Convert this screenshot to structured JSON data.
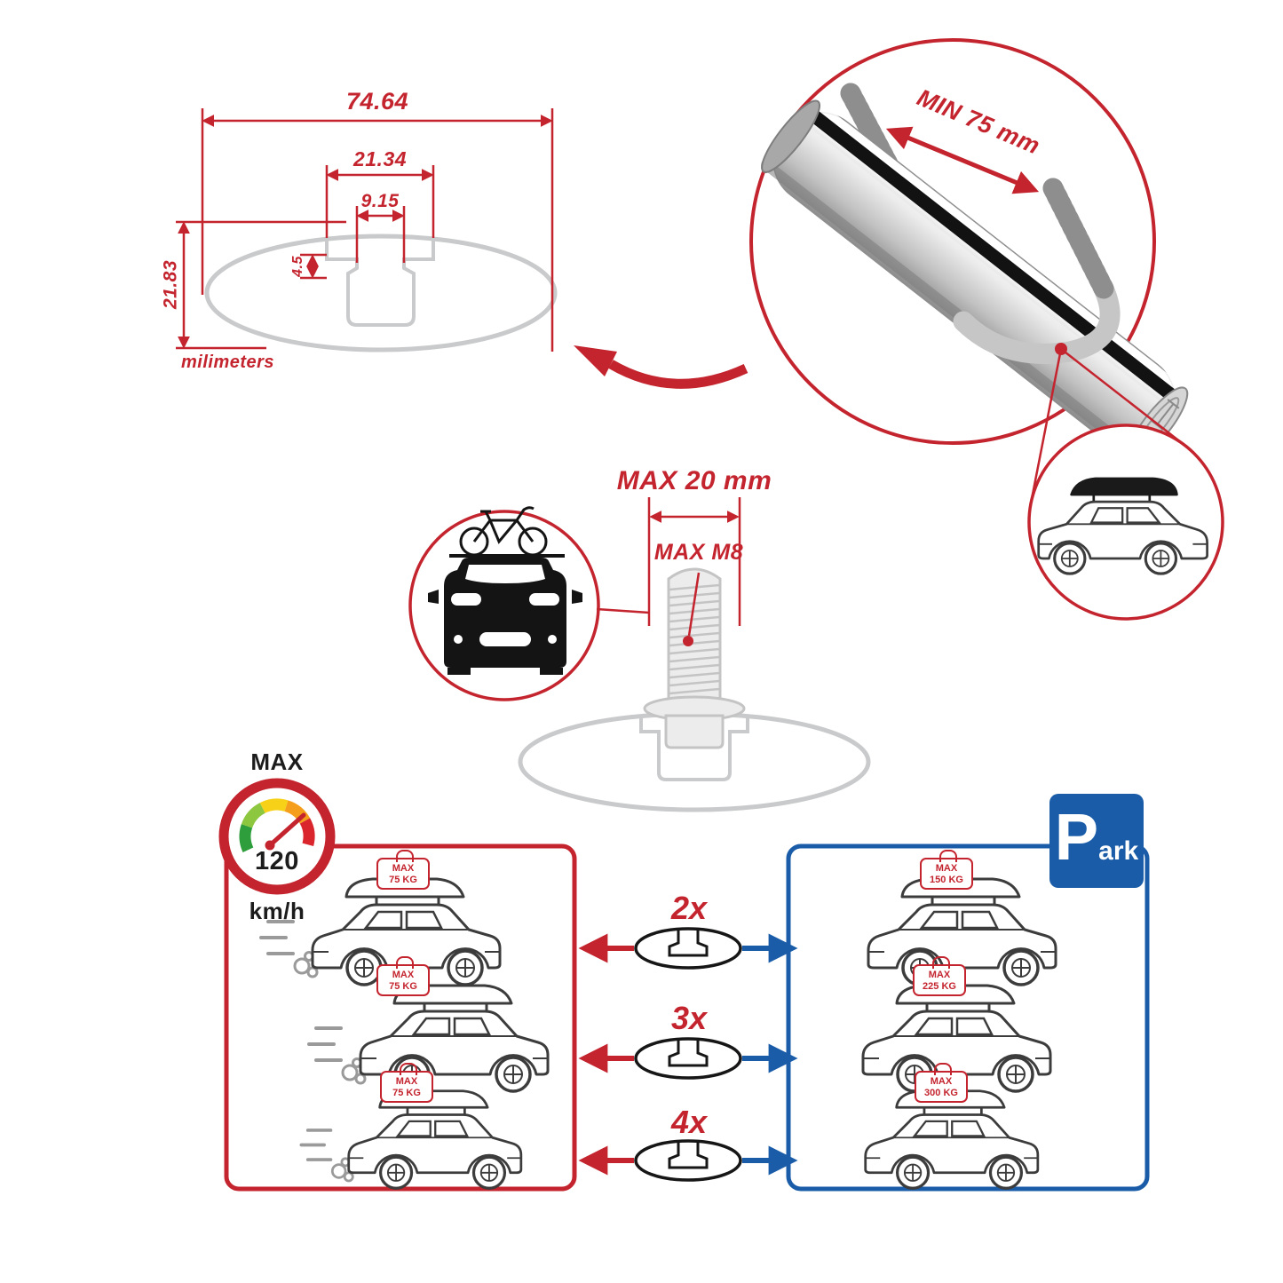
{
  "colors": {
    "accent_red": "#C4242E",
    "accent_blue": "#1A5CA8",
    "drawing_gray": "#C9CACB"
  },
  "profile_dimensions": {
    "total_width": "74.64",
    "slot_outer_width": "21.34",
    "slot_inner_width": "9.15",
    "lip_depth": "4.5",
    "total_height": "21.83",
    "units_label": "milimeters"
  },
  "clamp_detail": {
    "min_span_label": "MIN 75 mm"
  },
  "bolt_detail": {
    "max_length_label": "MAX 20 mm",
    "max_thread_label": "MAX M8"
  },
  "speed_limit": {
    "title": "MAX",
    "value": "120",
    "unit": "km/h"
  },
  "parking_sign": {
    "initial": "P",
    "suffix": "ark"
  },
  "load_rows": [
    {
      "count": "2x",
      "left_tag": {
        "line1": "MAX",
        "line2": "75 KG"
      },
      "right_tag": {
        "line1": "MAX",
        "line2": "150 KG"
      }
    },
    {
      "count": "3x",
      "left_tag": {
        "line1": "MAX",
        "line2": "75 KG"
      },
      "right_tag": {
        "line1": "MAX",
        "line2": "225 KG"
      }
    },
    {
      "count": "4x",
      "left_tag": {
        "line1": "MAX",
        "line2": "75 KG"
      },
      "right_tag": {
        "line1": "MAX",
        "line2": "300 KG"
      }
    }
  ]
}
